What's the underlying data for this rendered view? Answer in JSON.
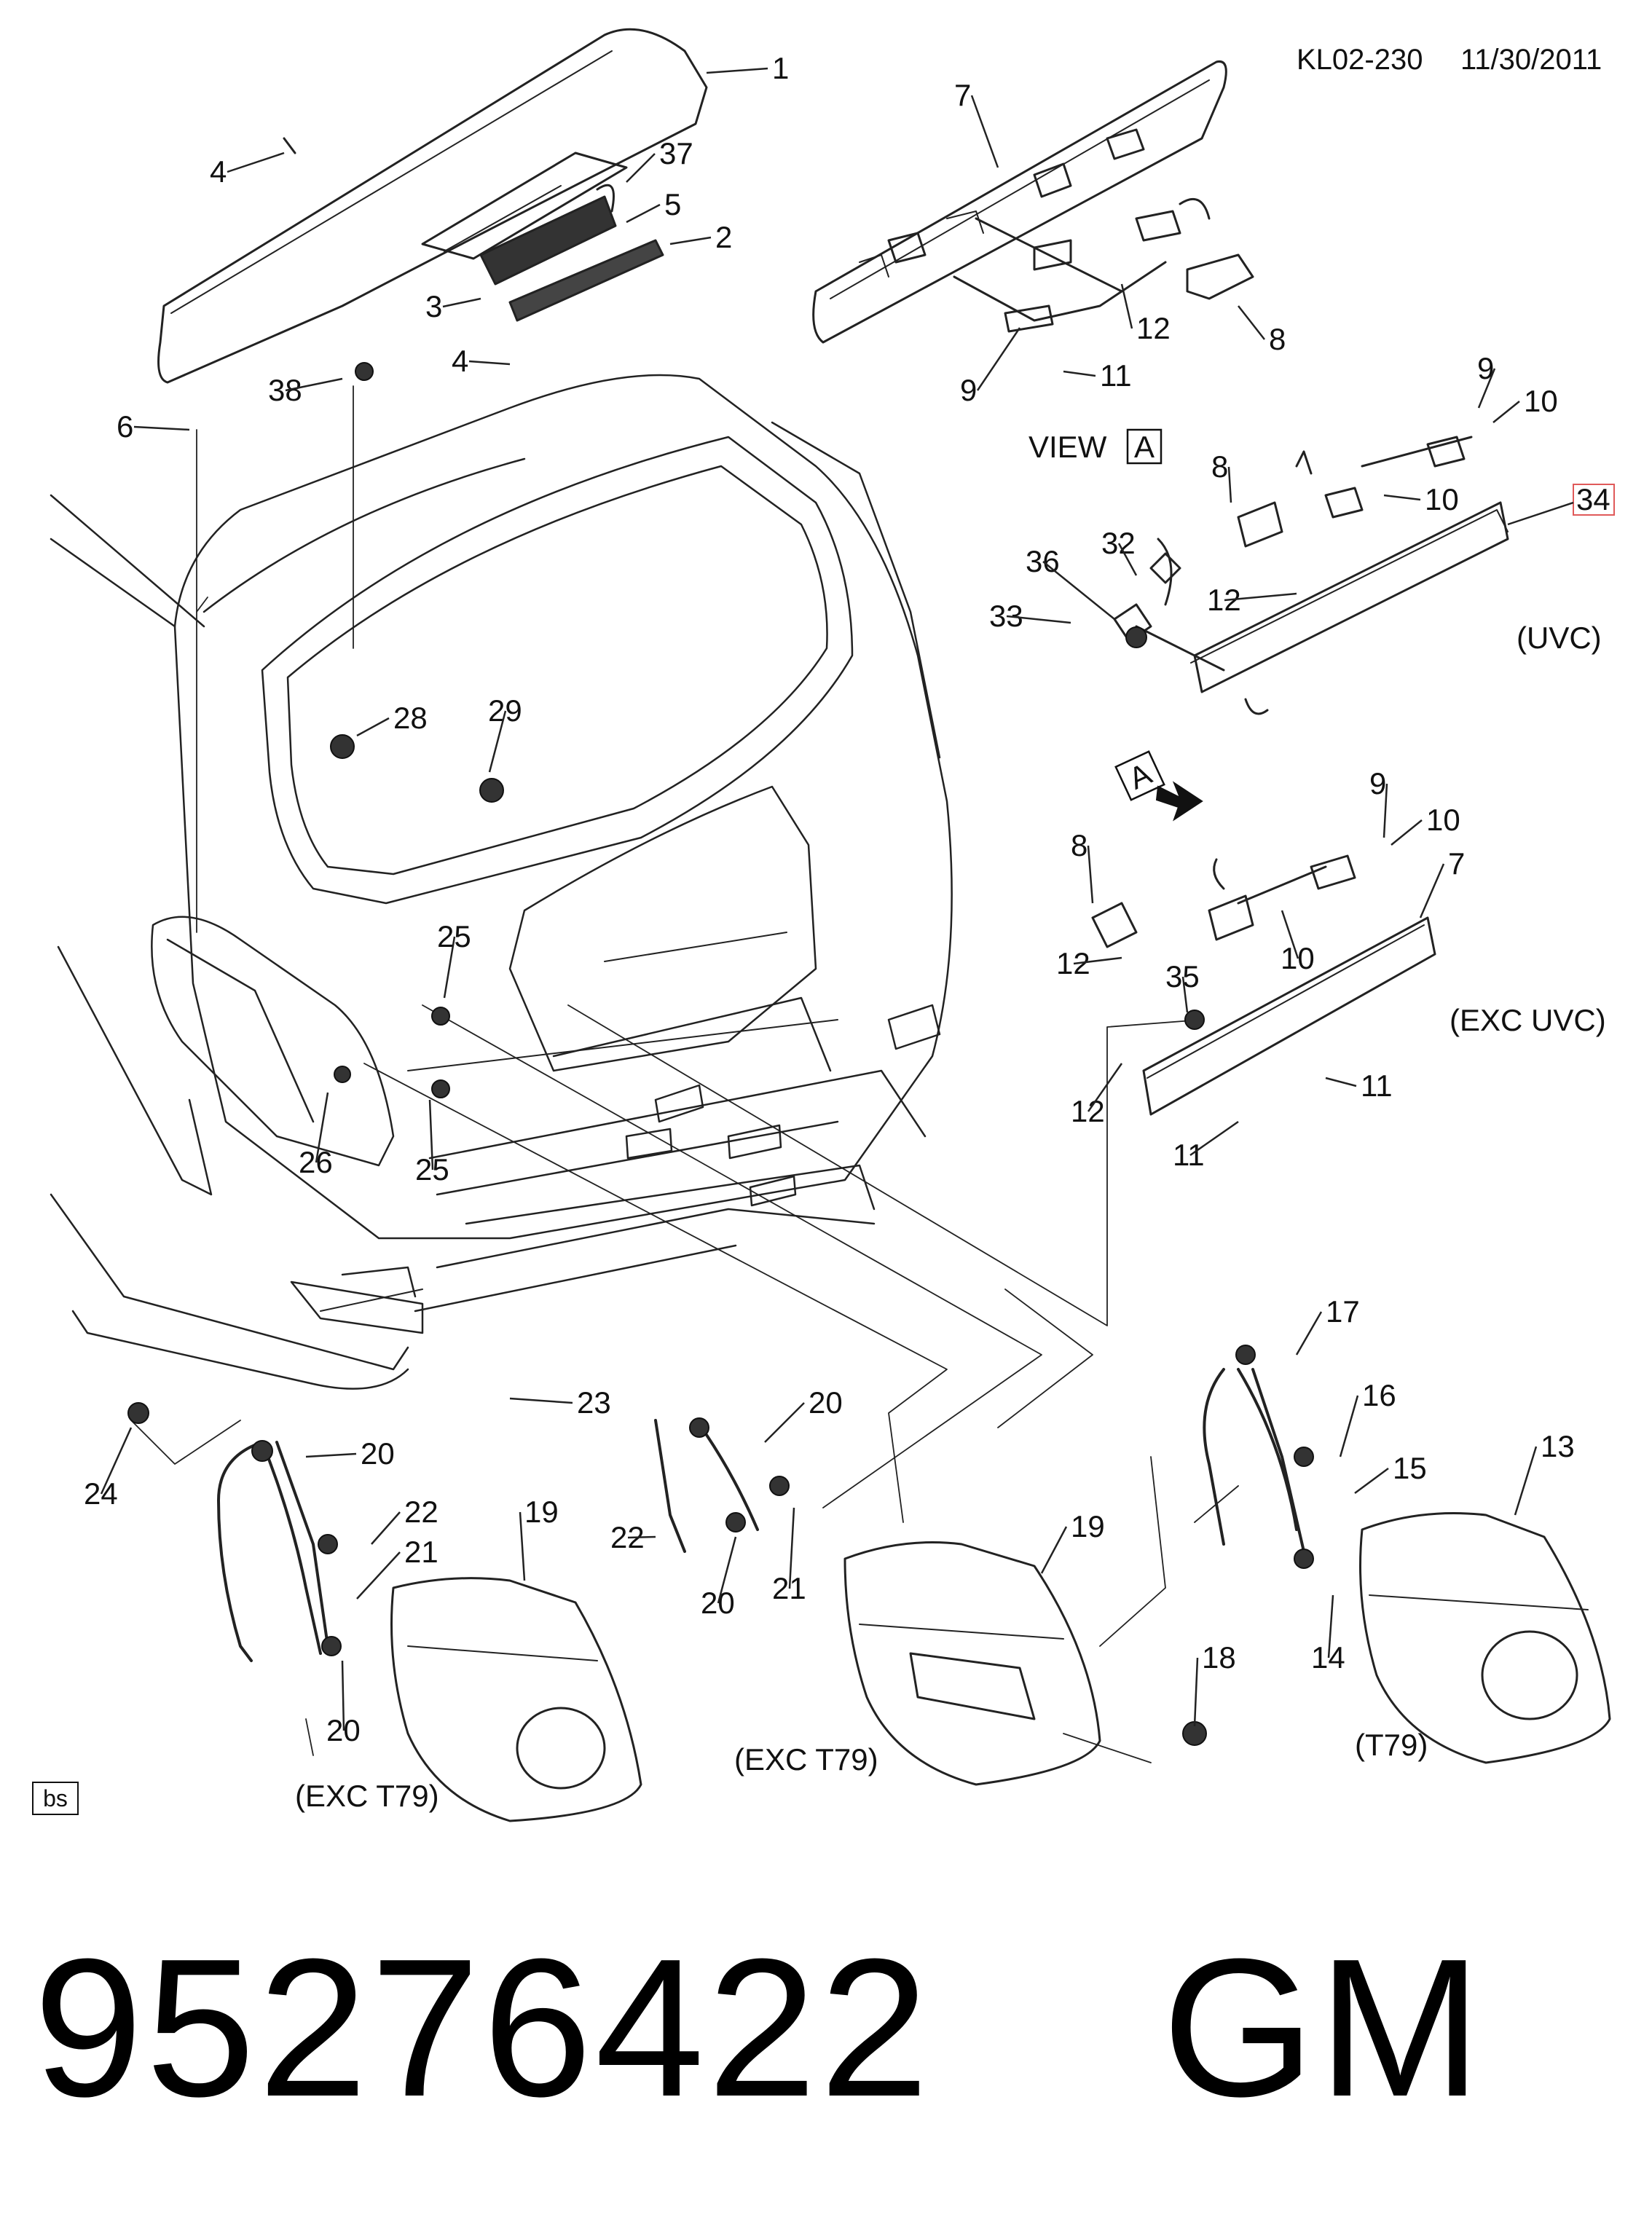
{
  "header": {
    "code": "KL02-230",
    "date": "11/30/2011"
  },
  "view_label": "VIEW",
  "view_letter": "A",
  "arrow_letter": "A",
  "box_tag": "bs",
  "notes": {
    "uvc": "(UVC)",
    "exc_uvc": "(EXC UVC)",
    "exc_t79_left": "(EXC T79)",
    "exc_t79_mid": "(EXC T79)",
    "t79": "(T79)"
  },
  "highlighted_part": "34",
  "callouts": [
    "1",
    "37",
    "5",
    "2",
    "4",
    "3",
    "4",
    "38",
    "6",
    "7",
    "12",
    "8",
    "9",
    "11",
    "9",
    "10",
    "8",
    "10",
    "36",
    "32",
    "12",
    "33",
    "28",
    "29",
    "9",
    "10",
    "8",
    "12",
    "35",
    "10",
    "7",
    "12",
    "11",
    "11",
    "25",
    "26",
    "25",
    "23",
    "24",
    "20",
    "22",
    "21",
    "19",
    "20",
    "20",
    "22",
    "20",
    "21",
    "19",
    "18",
    "17",
    "16",
    "15",
    "13",
    "14"
  ],
  "footer": {
    "part_number": "95276422",
    "brand": "GM"
  }
}
